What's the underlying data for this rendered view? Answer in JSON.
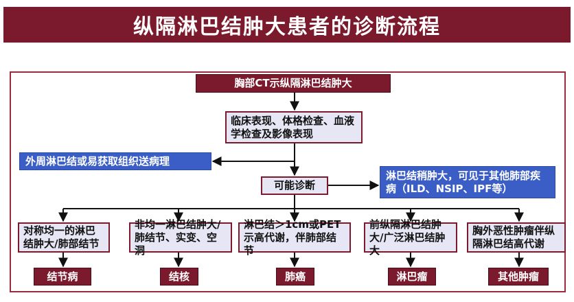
{
  "title": "纵隔淋巴结肿大患者的诊断流程",
  "colors": {
    "maroon": "#7b1a2c",
    "lavender": "#e6e6f5",
    "blue": "#3a5ec6",
    "frame": "#9c2a3a"
  },
  "nodes": {
    "start": "胸部CT示纵隔淋巴结肿大",
    "exam": "临床表现、体格检查、血液学检查及影像表现",
    "biopsy": "外周淋巴结或易获取组织送病理",
    "possible": "可能诊断",
    "other_lung": "淋巴结稍肿大，可见于其他肺部疾病（ILD、NSIP、IPF等）"
  },
  "branches": [
    {
      "finding": "对称均一的淋巴结肿大/肺部结节",
      "diagnosis": "结节病"
    },
    {
      "finding": "非均一淋巴结肿大/肺结节、实变、空洞",
      "diagnosis": "结核"
    },
    {
      "finding": "淋巴结＞1cm或PET示高代谢，伴肺部结节",
      "diagnosis": "肺癌"
    },
    {
      "finding": "前纵隔淋巴结肿大/广泛淋巴结肿大",
      "diagnosis": "淋巴瘤"
    },
    {
      "finding": "胸外恶性肿瘤伴纵隔淋巴结高代谢",
      "diagnosis": "其他肿瘤"
    }
  ]
}
